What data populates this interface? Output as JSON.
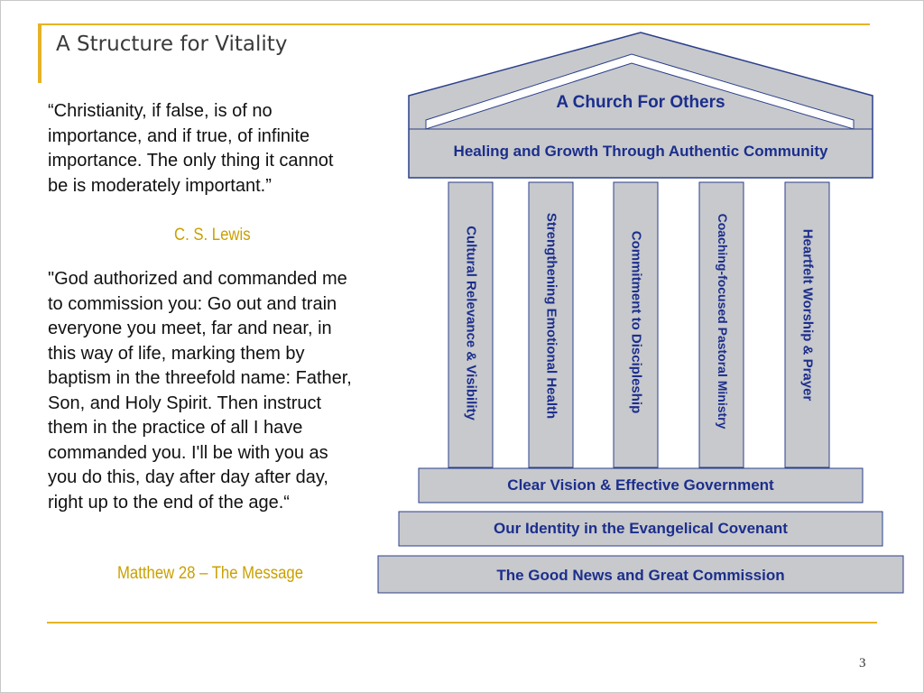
{
  "slide": {
    "title": "A Structure for Vitality",
    "page_number": "3"
  },
  "quotes": [
    {
      "text": "“Christianity, if false, is of no importance, and if true, of infinite importance. The only thing it cannot be is moderately important.”",
      "attribution": "C. S. Lewis"
    },
    {
      "text": "\"God authorized and commanded me to commission you: Go out and train everyone you meet, far and near, in this way of life, marking them by baptism in the threefold name: Father, Son, and Holy Spirit. Then instruct them in the practice of all I have commanded you. I'll be with you as you do this, day after day after day, right up to the end of the age.“",
      "attribution": "Matthew 28 – The Message"
    }
  ],
  "temple": {
    "roof_label": "A Church For Others",
    "lintel_label": "Healing and Growth Through Authentic Community",
    "pillars": [
      "Cultural Relevance & Visibility",
      "Strengthening Emotional Health",
      "Commitment to Discipleship",
      "Coaching-focused Pastoral Ministry",
      "Heartfelt Worship & Prayer"
    ],
    "steps": [
      "Clear Vision & Effective Government",
      "Our Identity in the Evangelical Covenant",
      "The Good News and Great Commission"
    ],
    "colors": {
      "fill": "#c7c9cc",
      "outline": "#2b3f8c",
      "text": "#1c2e8c"
    }
  }
}
